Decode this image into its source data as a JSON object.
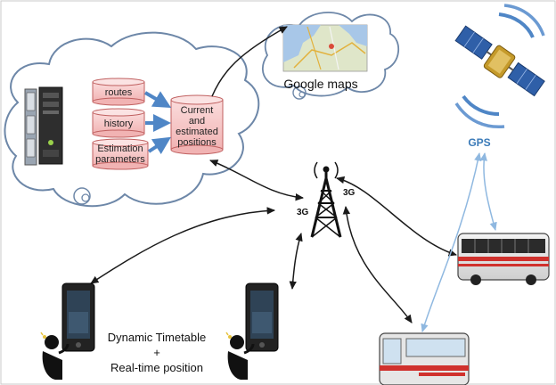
{
  "labels": {
    "routes": "routes",
    "history": "history",
    "estimation_line1": "Estimation",
    "estimation_line2": "parameters",
    "positions_line1": "Current",
    "positions_line2": "and",
    "positions_line3": "estimated",
    "positions_line4": "positions",
    "google_maps": "Google   maps",
    "gps": "GPS",
    "g3_left": "3G",
    "g3_right": "3G",
    "timetable_line1": "Dynamic Timetable",
    "timetable_line2": "+",
    "timetable_line3": "Real-time position"
  },
  "colors": {
    "db_fill": "#f7c9c9",
    "db_stroke": "#c06060",
    "arrow_blue": "#4f86c6",
    "gps_link": "#8fb8e0",
    "link_dark": "#1a1a1a"
  },
  "icons": {
    "server": "server-icon",
    "satellite": "satellite-icon",
    "tower": "antenna-tower-icon",
    "phone": "smartphone-icon",
    "person": "person-icon",
    "bus": "bus-icon",
    "map": "map-icon"
  }
}
